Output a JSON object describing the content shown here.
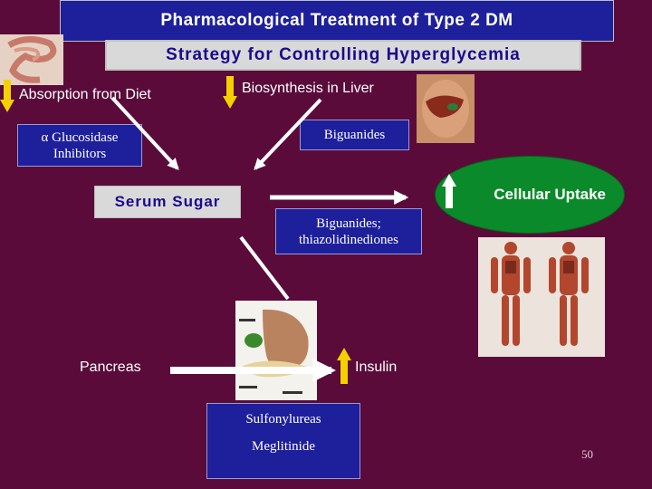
{
  "title": "Pharmacological Treatment of Type 2 DM",
  "subtitle": "Strategy for Controlling Hyperglycemia",
  "absorption": "Absorption from Diet",
  "biosynthesis": "Biosynthesis in Liver",
  "alpha_symbol": "α",
  "glucosidase": "Glucosidase",
  "inhibitors": "Inhibitors",
  "biguanides_top": "Biguanides",
  "serum_sugar": "Serum Sugar",
  "cellular_uptake": "Cellular Uptake",
  "biguanides_mid": "Biguanides;",
  "thiazolidinediones": "thiazolidinediones",
  "pancreas": "Pancreas",
  "insulin": "Insulin",
  "sulfonylureas": "Sulfonylureas",
  "meglitinide": "Meglitinide",
  "page_number": "50",
  "colors": {
    "background": "#5a0b3a",
    "title_box": "#1d1f9b",
    "arrow_down": "#f5d000",
    "arrow_up": "#f5d000",
    "uptake": "#0a8a2a"
  }
}
